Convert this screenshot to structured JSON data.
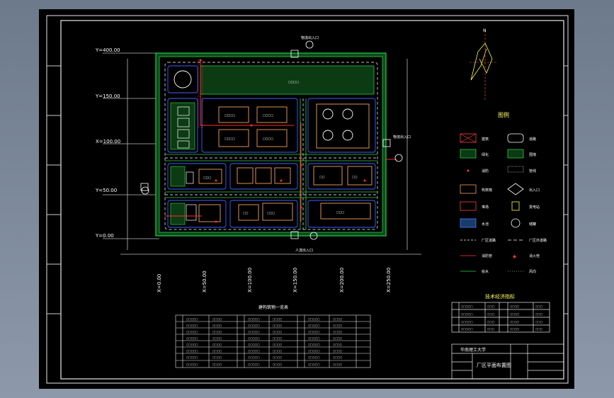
{
  "drawing": {
    "coord_labels_y": [
      "Y=400.00",
      "Y=150.00",
      "X=100.00",
      "Y=50.00",
      "Y=0.00"
    ],
    "coord_labels_x": [
      "X=0.00",
      "X=50.00",
      "X=100.00",
      "X=150.00",
      "X=200.00",
      "X=250.00"
    ],
    "plant_title": "厂区平面布置图",
    "legend_title": "图例",
    "tech_table_title": "技术经济指标",
    "struct_table_title": "建构筑物一览表",
    "university": "华南理工大学",
    "north_label": "N",
    "gates": [
      "人流出入口",
      "物流出入口",
      "物流出入口"
    ],
    "legend_items": [
      {
        "label": "建筑",
        "symbol": "cross-box"
      },
      {
        "label": "道路",
        "symbol": "round-box"
      },
      {
        "label": "绿化",
        "symbol": "green-hatch"
      },
      {
        "label": "围墙",
        "symbol": "green-hatch-2"
      },
      {
        "label": "消防",
        "symbol": "dot"
      },
      {
        "label": "管线",
        "symbol": "hatch-bar"
      },
      {
        "label": "构筑物",
        "symbol": "orange-box"
      },
      {
        "label": "出入口",
        "symbol": "gate"
      },
      {
        "label": "堆场",
        "symbol": "red-box"
      },
      {
        "label": "变电站",
        "symbol": "yellow-sq"
      },
      {
        "label": "水池",
        "symbol": "blue-hatch"
      },
      {
        "label": "储罐",
        "symbol": "circle"
      },
      {
        "label": "厂区道路",
        "symbol": "dash"
      },
      {
        "label": "厂区外道路",
        "symbol": "dash2"
      },
      {
        "label": "消防管",
        "symbol": "red-line"
      },
      {
        "label": "消火栓",
        "symbol": "red-star"
      },
      {
        "label": "给水",
        "symbol": "green-line"
      },
      {
        "label": "风向",
        "symbol": "dash3"
      }
    ]
  }
}
